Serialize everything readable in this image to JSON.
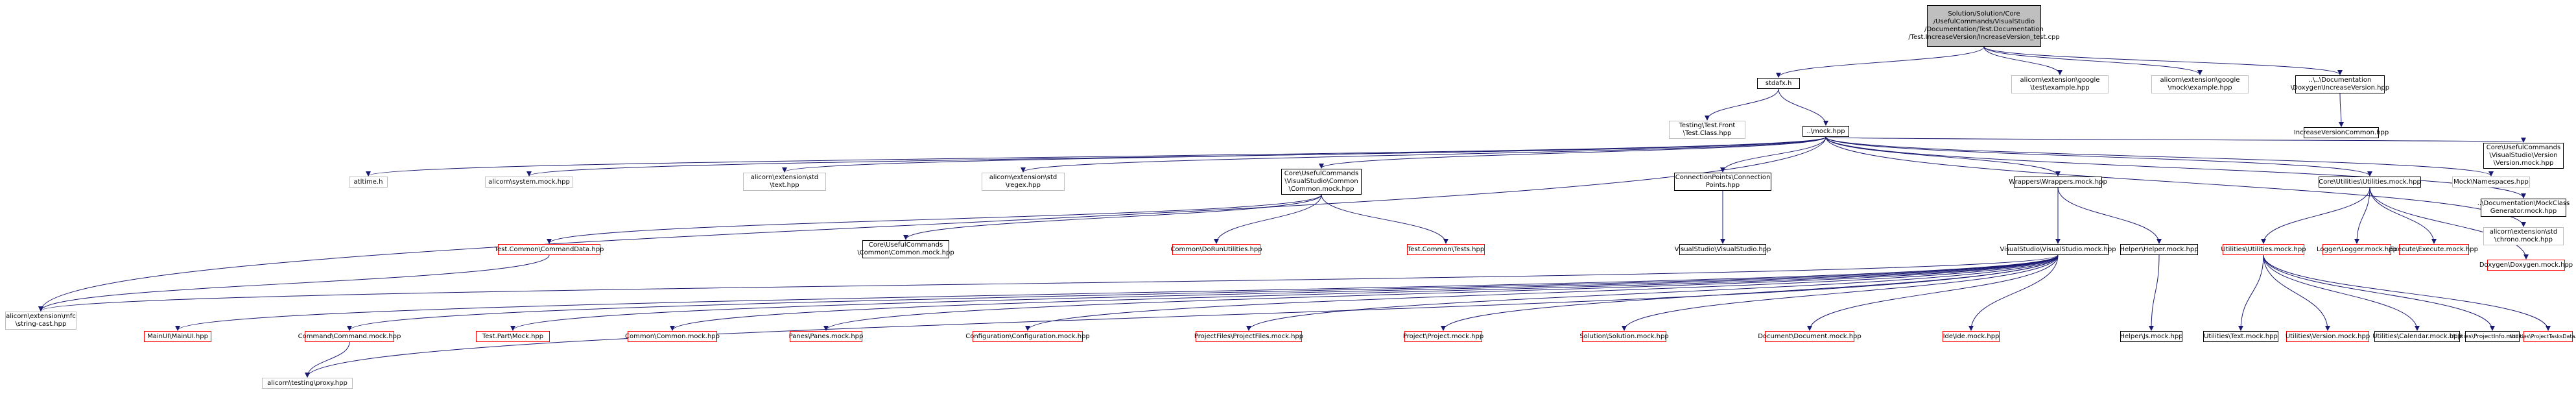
{
  "colors": {
    "edge": "#191970",
    "node_border": "#000000",
    "missing_border": "#ff0000",
    "external_border": "#bfbfbf",
    "focus_fill": "#bfbfbf"
  },
  "nodes": {
    "root": "Solution/Solution/Core\n/UsefulCommands/VisualStudio\n/Documentation/Test.Documentation\n/Test.IncreaseVersion/IncreaseVersion_test.cpp",
    "stdafx": "stdafx.h",
    "g_example": "alicorn\\extension\\google\n\\test\\example.hpp",
    "g_mock_example": "alicorn\\extension\\google\n\\mock\\example.hpp",
    "doxygen_increase": "..\\..\\Documentation\n\\Doxygen\\IncreaseVersion.hpp",
    "testing_front": "Testing\\Test.Front\n\\Test.Class.hpp",
    "mock": "..\\mock.hpp",
    "increase_common": "IncreaseVersionCommon.hpp",
    "atltime": "atltime.h",
    "system_mock": "alicorn\\system.mock.hpp",
    "std_text": "alicorn\\extension\\std\n\\text.hpp",
    "std_regex": "alicorn\\extension\\std\n\\regex.hpp",
    "vs_common_mock": "Core\\UsefulCommands\n\\VisualStudio\\Common\n\\Common.mock.hpp",
    "cp_points": "ConnectionPoints\\Connection\nPoints.hpp",
    "wrappers_mock": "Wrappers\\Wrappers.mock.hpp",
    "utilities_mock_core": "Core\\Utilities\\Utilities.mock.hpp",
    "mock_namespaces": "Mock\\Namespaces.hpp",
    "version_mock_core": "Core\\UsefulCommands\n\\VisualStudio\\Version\n\\Version.mock.hpp",
    "mockclass_gen": "..\\Documentation\\MockClass\nGenerator.mock.hpp",
    "std_chrono": "alicorn\\extension\\std\n\\chrono.mock.hpp",
    "mfc_string": "alicorn\\extension\\mfc\n\\string-cast.hpp",
    "test_common_cmd": "Test.Common\\CommandData.hpp",
    "common_mock_core": "Core\\UsefulCommands\n\\Common\\Common.mock.hpp",
    "dorun": "Common\\DoRunUtilities.hpp",
    "tests_hpp": "Test.Common\\Tests.hpp",
    "vs_hpp": "VisualStudio\\VisualStudio.hpp",
    "vs_mock": "VisualStudio\\VisualStudio.mock.hpp",
    "helper_mock": "Helper\\Helper.mock.hpp",
    "logger_mock": "Logger\\Logger.mock.hpp",
    "execute_mock": "Execute\\Execute.mock.hpp",
    "doxygen_mock": "Doxygen\\Doxygen.mock.hpp",
    "utilities_mock": "Utilities\\Utilities.mock.hpp",
    "mainui_mock": "MainUI\\MainUI.hpp",
    "command_mock": "Command\\Command.mock.hpp",
    "test_part_mock": "Test.Part\\Mock.hpp",
    "common_common_mock": "Common\\Common.mock.hpp",
    "panes_mock": "Panes\\Panes.mock.hpp",
    "config_mock": "Configuration\\Configuration.mock.hpp",
    "projectfiles_mock": "ProjectFiles\\ProjectFiles.mock.hpp",
    "project_mock": "Project\\Project.mock.hpp",
    "solution_mock": "Solution\\Solution.mock.hpp",
    "document_mock": "Document\\Document.mock.hpp",
    "ide_mock": "Ide\\Ide.mock.hpp",
    "helper_js": "Helper\\Js.mock.hpp",
    "util_text": "Utilities\\Text.mock.hpp",
    "util_version": "Utilities\\Version.mock.hpp",
    "util_calendar": "Utilities\\Calendar.mock.hpp",
    "util_projectinfo": "Utilities\\ProjectInfo.mock.hpp",
    "util_projecttasks": "Utilities\\ProjectTasksData.hpp",
    "testing_proxy": "alicorn\\testing\\proxy.hpp"
  },
  "edges": [
    [
      "root",
      "stdafx"
    ],
    [
      "root",
      "g_example"
    ],
    [
      "root",
      "g_mock_example"
    ],
    [
      "root",
      "doxygen_increase"
    ],
    [
      "stdafx",
      "testing_front"
    ],
    [
      "stdafx",
      "mock"
    ],
    [
      "doxygen_increase",
      "increase_common"
    ],
    [
      "mock",
      "atltime"
    ],
    [
      "mock",
      "system_mock"
    ],
    [
      "mock",
      "std_text"
    ],
    [
      "mock",
      "std_regex"
    ],
    [
      "mock",
      "vs_common_mock"
    ],
    [
      "mock",
      "cp_points"
    ],
    [
      "mock",
      "wrappers_mock"
    ],
    [
      "mock",
      "utilities_mock_core"
    ],
    [
      "mock",
      "mock_namespaces"
    ],
    [
      "mock",
      "version_mock_core"
    ],
    [
      "mock",
      "mockclass_gen"
    ],
    [
      "mock",
      "std_chrono"
    ],
    [
      "mock",
      "mfc_string"
    ],
    [
      "vs_common_mock",
      "test_common_cmd"
    ],
    [
      "vs_common_mock",
      "common_mock_core"
    ],
    [
      "vs_common_mock",
      "dorun"
    ],
    [
      "vs_common_mock",
      "tests_hpp"
    ],
    [
      "cp_points",
      "vs_hpp"
    ],
    [
      "wrappers_mock",
      "vs_mock"
    ],
    [
      "wrappers_mock",
      "helper_mock"
    ],
    [
      "utilities_mock_core",
      "utilities_mock"
    ],
    [
      "utilities_mock_core",
      "logger_mock"
    ],
    [
      "utilities_mock_core",
      "execute_mock"
    ],
    [
      "utilities_mock_core",
      "doxygen_mock"
    ],
    [
      "test_common_cmd",
      "mfc_string"
    ],
    [
      "vs_mock",
      "mainui_mock"
    ],
    [
      "vs_mock",
      "command_mock"
    ],
    [
      "vs_mock",
      "test_part_mock"
    ],
    [
      "vs_mock",
      "common_common_mock"
    ],
    [
      "vs_mock",
      "panes_mock"
    ],
    [
      "vs_mock",
      "config_mock"
    ],
    [
      "vs_mock",
      "projectfiles_mock"
    ],
    [
      "vs_mock",
      "project_mock"
    ],
    [
      "vs_mock",
      "solution_mock"
    ],
    [
      "vs_mock",
      "document_mock"
    ],
    [
      "vs_mock",
      "ide_mock"
    ],
    [
      "vs_mock",
      "mfc_string"
    ],
    [
      "vs_mock",
      "testing_proxy"
    ],
    [
      "command_mock",
      "testing_proxy"
    ],
    [
      "helper_mock",
      "helper_js"
    ],
    [
      "utilities_mock",
      "util_text"
    ],
    [
      "utilities_mock",
      "util_version"
    ],
    [
      "utilities_mock",
      "util_calendar"
    ],
    [
      "utilities_mock",
      "util_projectinfo"
    ],
    [
      "utilities_mock",
      "util_projecttasks"
    ]
  ]
}
